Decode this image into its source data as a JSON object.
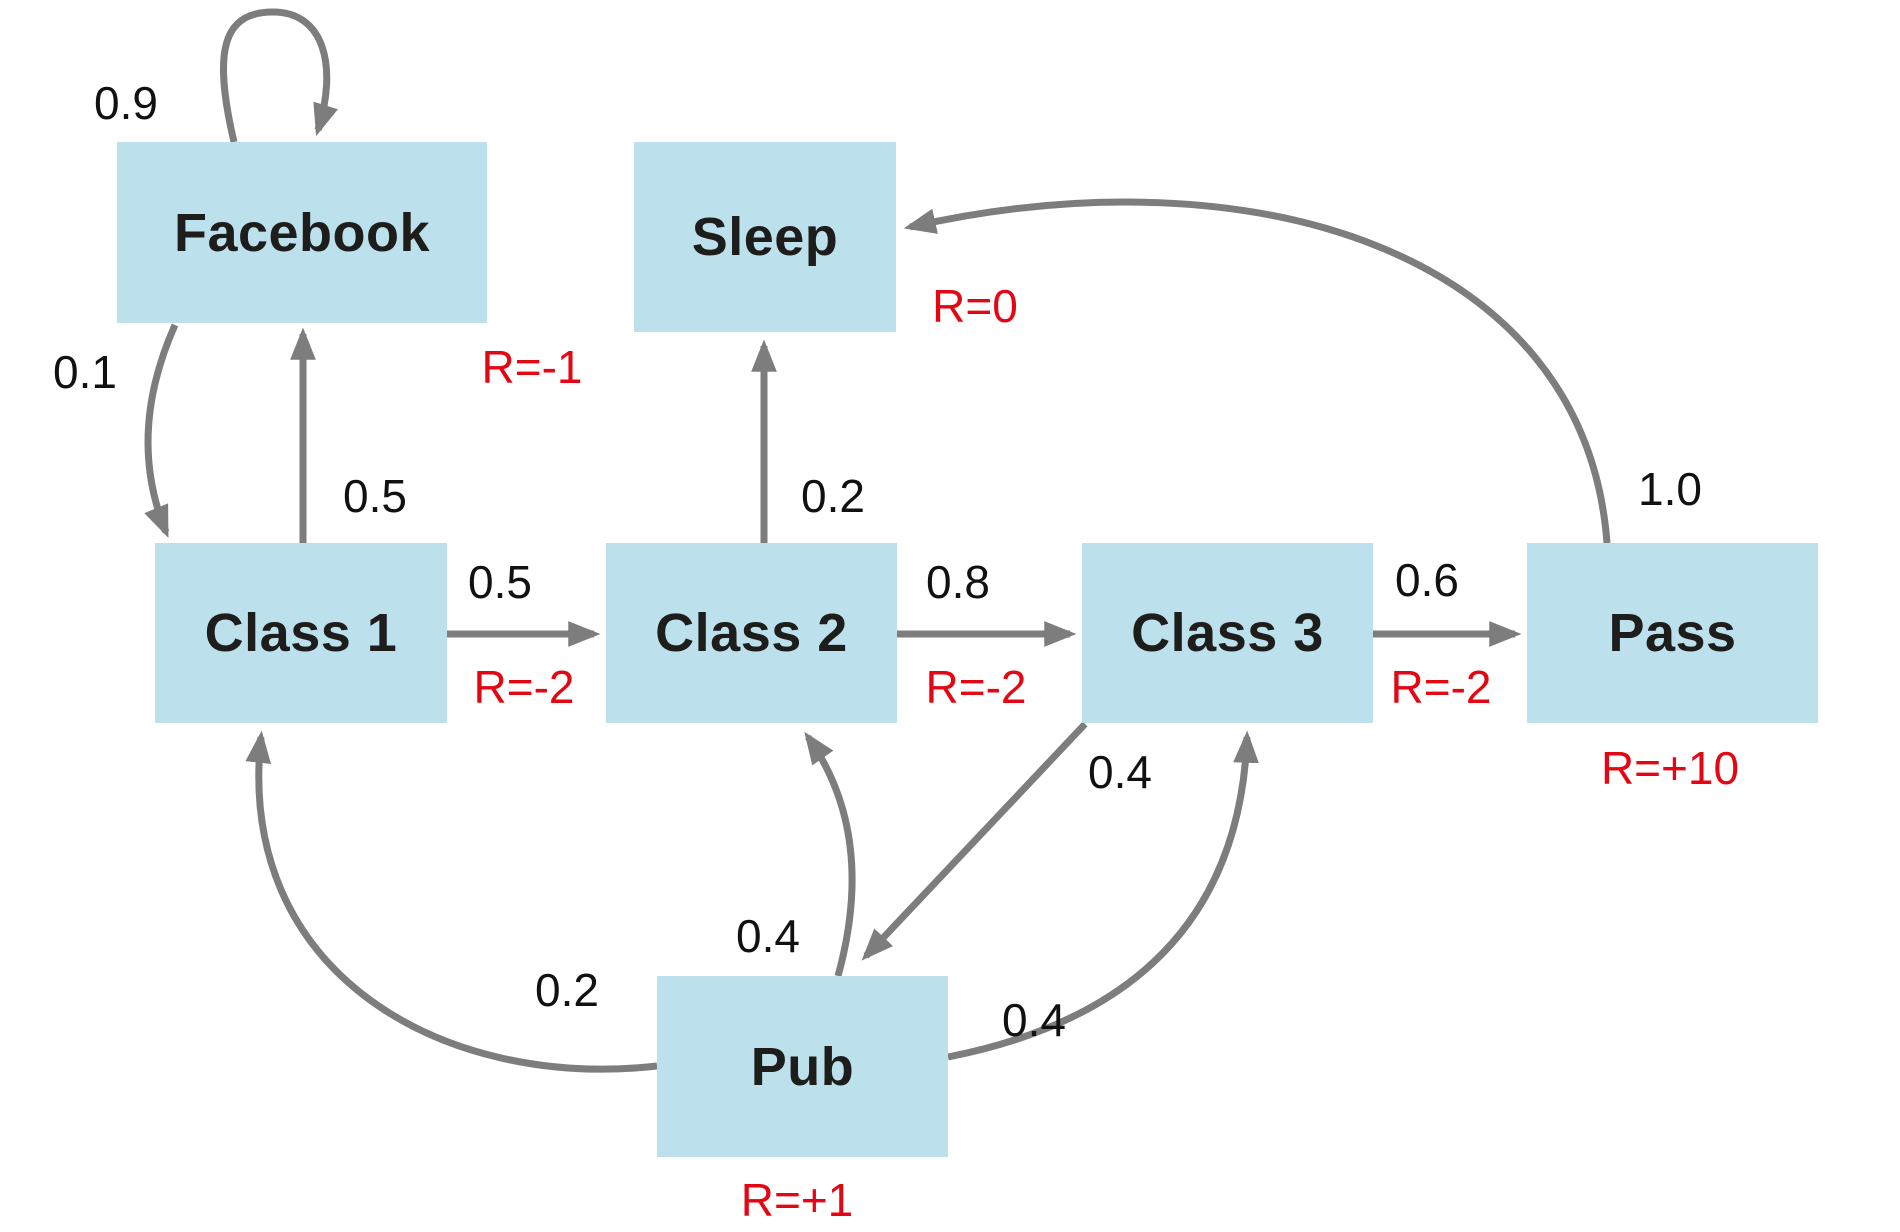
{
  "diagram_type": "markov-reward-process-state-transition-diagram",
  "colors": {
    "node_fill": "#bde1ec",
    "node_text": "#1d1d1b",
    "edge_gray": "#7d7d7d",
    "probability_text": "#111111",
    "reward_text": "#e30613",
    "background": "#ffffff"
  },
  "nodes": [
    {
      "id": "facebook",
      "label": "Facebook",
      "reward": "R=-1"
    },
    {
      "id": "sleep",
      "label": "Sleep",
      "reward": "R=0"
    },
    {
      "id": "class1",
      "label": "Class 1",
      "reward": "R=-2"
    },
    {
      "id": "class2",
      "label": "Class 2",
      "reward": "R=-2"
    },
    {
      "id": "class3",
      "label": "Class 3",
      "reward": "R=-2"
    },
    {
      "id": "pass",
      "label": "Pass",
      "reward": "R=+10"
    },
    {
      "id": "pub",
      "label": "Pub",
      "reward": "R=+1"
    }
  ],
  "edges": [
    {
      "from": "facebook",
      "to": "facebook",
      "prob": "0.9"
    },
    {
      "from": "facebook",
      "to": "class1",
      "prob": "0.1"
    },
    {
      "from": "class1",
      "to": "facebook",
      "prob": "0.5"
    },
    {
      "from": "class1",
      "to": "class2",
      "prob": "0.5"
    },
    {
      "from": "class2",
      "to": "sleep",
      "prob": "0.2"
    },
    {
      "from": "class2",
      "to": "class3",
      "prob": "0.8"
    },
    {
      "from": "class3",
      "to": "pass",
      "prob": "0.6"
    },
    {
      "from": "class3",
      "to": "pub",
      "prob": "0.4"
    },
    {
      "from": "pass",
      "to": "sleep",
      "prob": "1.0"
    },
    {
      "from": "pub",
      "to": "class1",
      "prob": "0.2"
    },
    {
      "from": "pub",
      "to": "class2",
      "prob": "0.4"
    },
    {
      "from": "pub",
      "to": "class3",
      "prob": "0.4"
    }
  ]
}
